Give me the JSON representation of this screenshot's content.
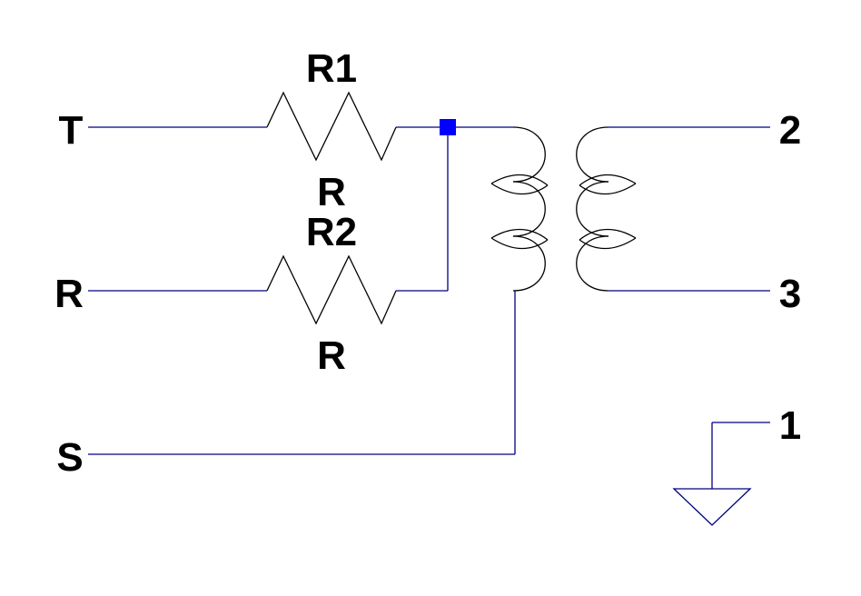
{
  "ports": {
    "t": "T",
    "r": "R",
    "s": "S",
    "p2": "2",
    "p3": "3",
    "p1": "1"
  },
  "components": {
    "r1": {
      "ref": "R1",
      "value": "R"
    },
    "r2": {
      "ref": "R2",
      "value": "R"
    }
  },
  "colors": {
    "wire": "#000080",
    "component": "#000000",
    "junction": "#0000ff",
    "background": "#ffffff"
  }
}
